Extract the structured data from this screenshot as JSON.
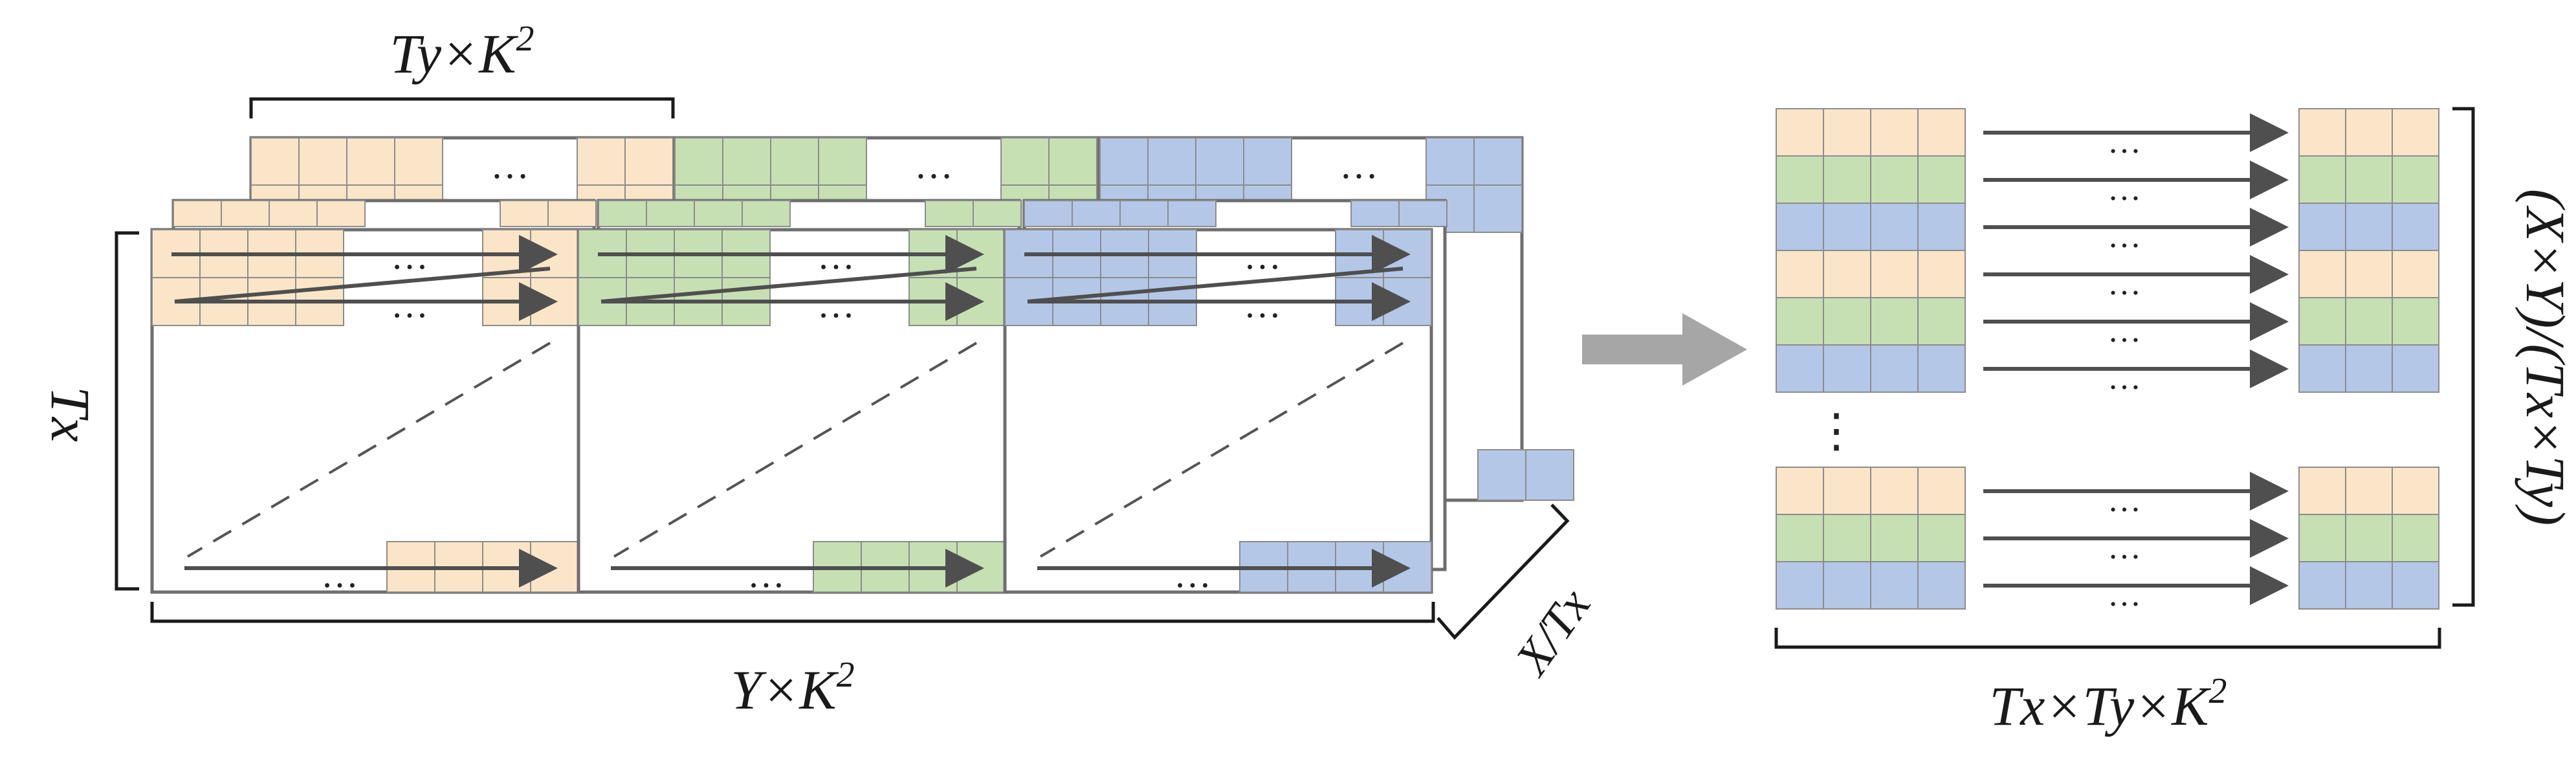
{
  "labels": {
    "ty_k2": {
      "base": "Ty×K",
      "sup": "2"
    },
    "tx": "Tx",
    "y_k2": {
      "base": "Y×K",
      "sup": "2"
    },
    "x_tx": "X/Tx",
    "tx_ty_k2": {
      "base": "Tx×Ty×K",
      "sup": "2"
    },
    "xy_txty": "(X×Y)/(Tx×Ty)"
  },
  "ellipsis": "…",
  "vertical_ellipsis": "⋮",
  "colors": {
    "orange": "#FBE5C8",
    "green": "#C6E0B4",
    "blue": "#B4C7E7",
    "grid_line": "#8c8c8c",
    "frame_line": "#6e6e6e",
    "arrow": "#4f4f4f",
    "big_arrow": "#a6a6a6",
    "bracket": "#1a1a1a"
  }
}
